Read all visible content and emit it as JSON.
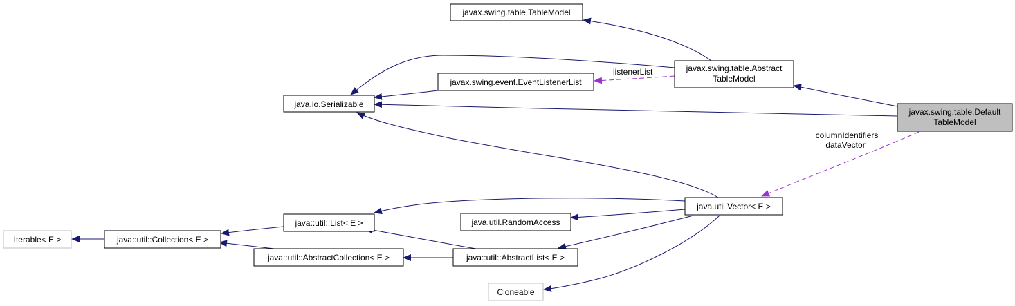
{
  "colors": {
    "inherit_edge": "#191970",
    "usage_edge": "#9a32cd",
    "focus_fill": "#bfbfbf",
    "external_border": "#bfbfbf"
  },
  "nodes": {
    "table_model": {
      "lines": [
        "javax.swing.table.TableModel"
      ]
    },
    "abstract_table_model": {
      "lines": [
        "javax.swing.table.Abstract",
        "TableModel"
      ]
    },
    "default_table_model": {
      "lines": [
        "javax.swing.table.Default",
        "TableModel"
      ]
    },
    "event_listener_list": {
      "lines": [
        "javax.swing.event.EventListenerList"
      ]
    },
    "serializable": {
      "lines": [
        "java.io.Serializable"
      ]
    },
    "vector": {
      "lines": [
        "java.util.Vector< E >"
      ]
    },
    "list": {
      "lines": [
        "java::util::List< E >"
      ]
    },
    "random_access": {
      "lines": [
        "java.util.RandomAccess"
      ]
    },
    "collection": {
      "lines": [
        "java::util::Collection< E >"
      ]
    },
    "iterable": {
      "lines": [
        "Iterable< E >"
      ]
    },
    "abstract_collection": {
      "lines": [
        "java::util::AbstractCollection< E >"
      ]
    },
    "abstract_list": {
      "lines": [
        "java::util::AbstractList< E >"
      ]
    },
    "cloneable": {
      "lines": [
        "Cloneable"
      ]
    }
  },
  "edge_labels": {
    "listener_list": "listenerList",
    "column_identifiers": "columnIdentifiers",
    "data_vector": "dataVector"
  }
}
